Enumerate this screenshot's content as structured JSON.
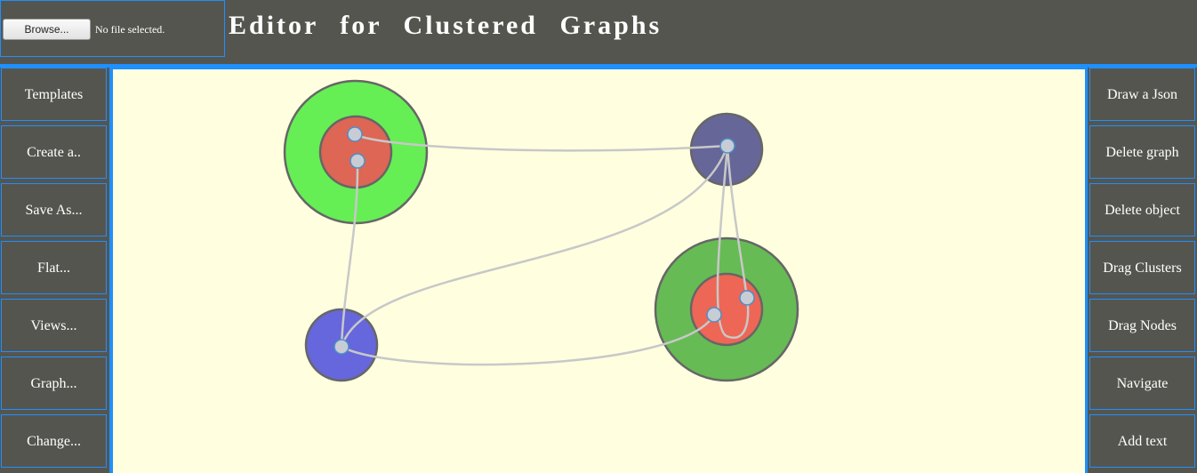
{
  "header": {
    "title": "Editor for Clustered Graphs",
    "browse_label": "Browse...",
    "file_status": "No file selected."
  },
  "left_menu": [
    {
      "label": "Templates"
    },
    {
      "label": "Create a.."
    },
    {
      "label": "Save As..."
    },
    {
      "label": "Flat..."
    },
    {
      "label": "Views..."
    },
    {
      "label": "Graph..."
    },
    {
      "label": "Change..."
    }
  ],
  "right_menu": [
    {
      "label": "Draw a Json"
    },
    {
      "label": "Delete graph"
    },
    {
      "label": "Delete object"
    },
    {
      "label": "Drag Clusters"
    },
    {
      "label": "Drag Nodes"
    },
    {
      "label": "Navigate"
    },
    {
      "label": "Add text"
    }
  ],
  "colors": {
    "accent": "#1e90ff",
    "panel": "#55554f",
    "canvas": "#ffffe0",
    "cluster_green_light": "#66ee55",
    "cluster_green": "#66bb55",
    "cluster_red": "#dd6655",
    "cluster_red_light": "#ee6655",
    "cluster_purple": "#666699",
    "cluster_blue": "#6666dd",
    "node": "#c8ccd4",
    "edge": "#c8c8c8"
  }
}
